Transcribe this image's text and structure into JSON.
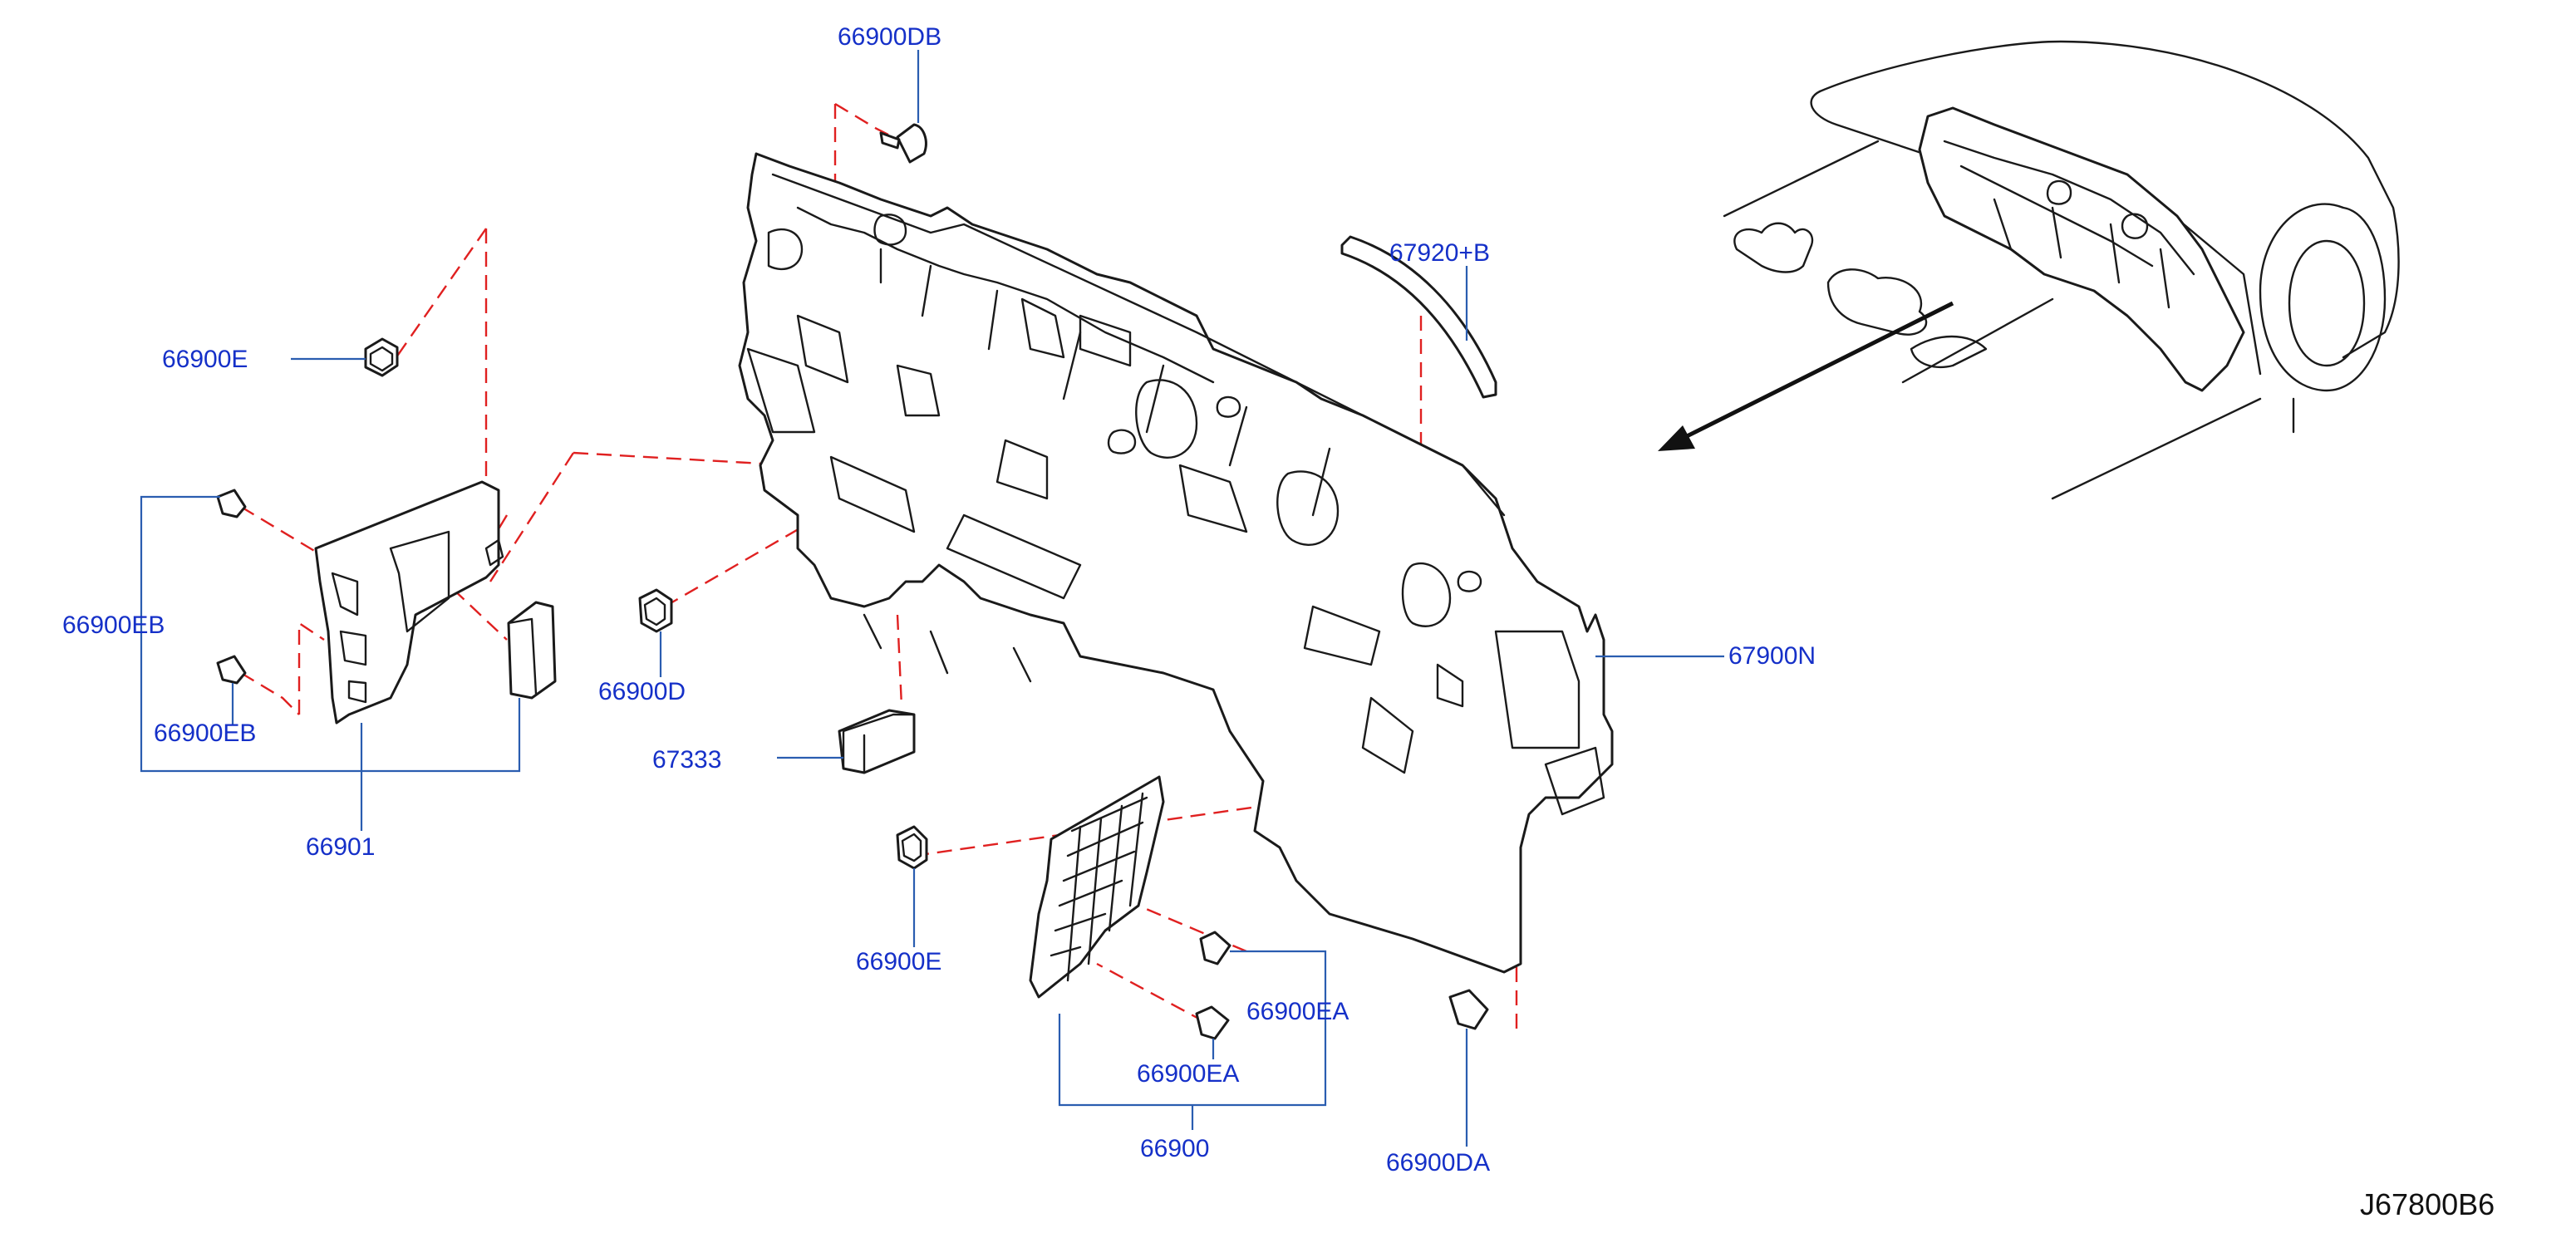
{
  "diagram_code": "J67800B6",
  "callouts": [
    {
      "id": "66900DB",
      "text": "66900DB"
    },
    {
      "id": "67920B",
      "text": "67920+B"
    },
    {
      "id": "66900E-top",
      "text": "66900E"
    },
    {
      "id": "66900EB-a",
      "text": "66900EB"
    },
    {
      "id": "66900EB-b",
      "text": "66900EB"
    },
    {
      "id": "66901",
      "text": "66901"
    },
    {
      "id": "66900D",
      "text": "66900D"
    },
    {
      "id": "67333",
      "text": "67333"
    },
    {
      "id": "67900N",
      "text": "67900N"
    },
    {
      "id": "66900E-bottom",
      "text": "66900E"
    },
    {
      "id": "66900EA-a",
      "text": "66900EA"
    },
    {
      "id": "66900EA-b",
      "text": "66900EA"
    },
    {
      "id": "66900",
      "text": "66900"
    },
    {
      "id": "66900DA",
      "text": "66900DA"
    }
  ],
  "colors": {
    "label": "#1530c8",
    "leader": "#2a5db0",
    "dashed_guide": "#e02020",
    "linework": "#1a1a1a"
  }
}
